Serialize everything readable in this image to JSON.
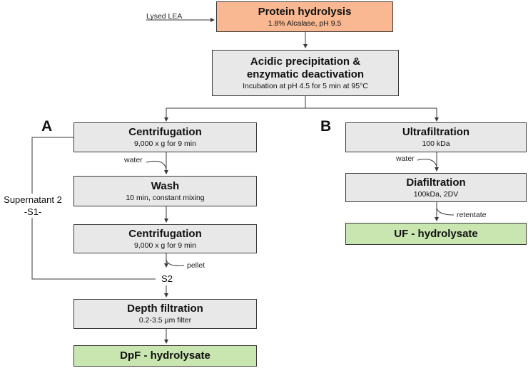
{
  "input_label": "Lysed LEA",
  "hydrolysis": {
    "title": "Protein hydrolysis",
    "subtitle": "1.8% Alcalase, pH 9.5"
  },
  "precipitation": {
    "title_line1": "Acidic precipitation &",
    "title_line2": "enzymatic deactivation",
    "subtitle": "Incubation at pH 4.5 for 5 min at 95°C"
  },
  "branch_a": {
    "label": "A",
    "centrifugation1": {
      "title": "Centrifugation",
      "subtitle": "9,000 x g for 9 min"
    },
    "water_label": "water",
    "wash": {
      "title": "Wash",
      "subtitle": "10 min, constant mixing"
    },
    "centrifugation2": {
      "title": "Centrifugation",
      "subtitle": "9,000 x g for 9 min"
    },
    "pellet_label": "pellet",
    "supernatant_line1": "Supernatant 2",
    "supernatant_line2": "-S1-",
    "s2_label": "S2",
    "depth_filtration": {
      "title": "Depth filtration",
      "subtitle": "0.2-3.5 µm filter"
    },
    "product": "DpF - hydrolysate"
  },
  "branch_b": {
    "label": "B",
    "ultrafiltration": {
      "title": "Ultrafiltration",
      "subtitle": "100 kDa"
    },
    "water_label": "water",
    "diafiltration": {
      "title": "Diafiltration",
      "subtitle": "100kDa, 2DV"
    },
    "retentate_label": "retentate",
    "product": "UF - hydrolysate"
  },
  "colors": {
    "grey_box": "#e8e8e8",
    "orange_box": "#f9b891",
    "green_box": "#c9e6b1",
    "line": "#3a3a3a"
  }
}
